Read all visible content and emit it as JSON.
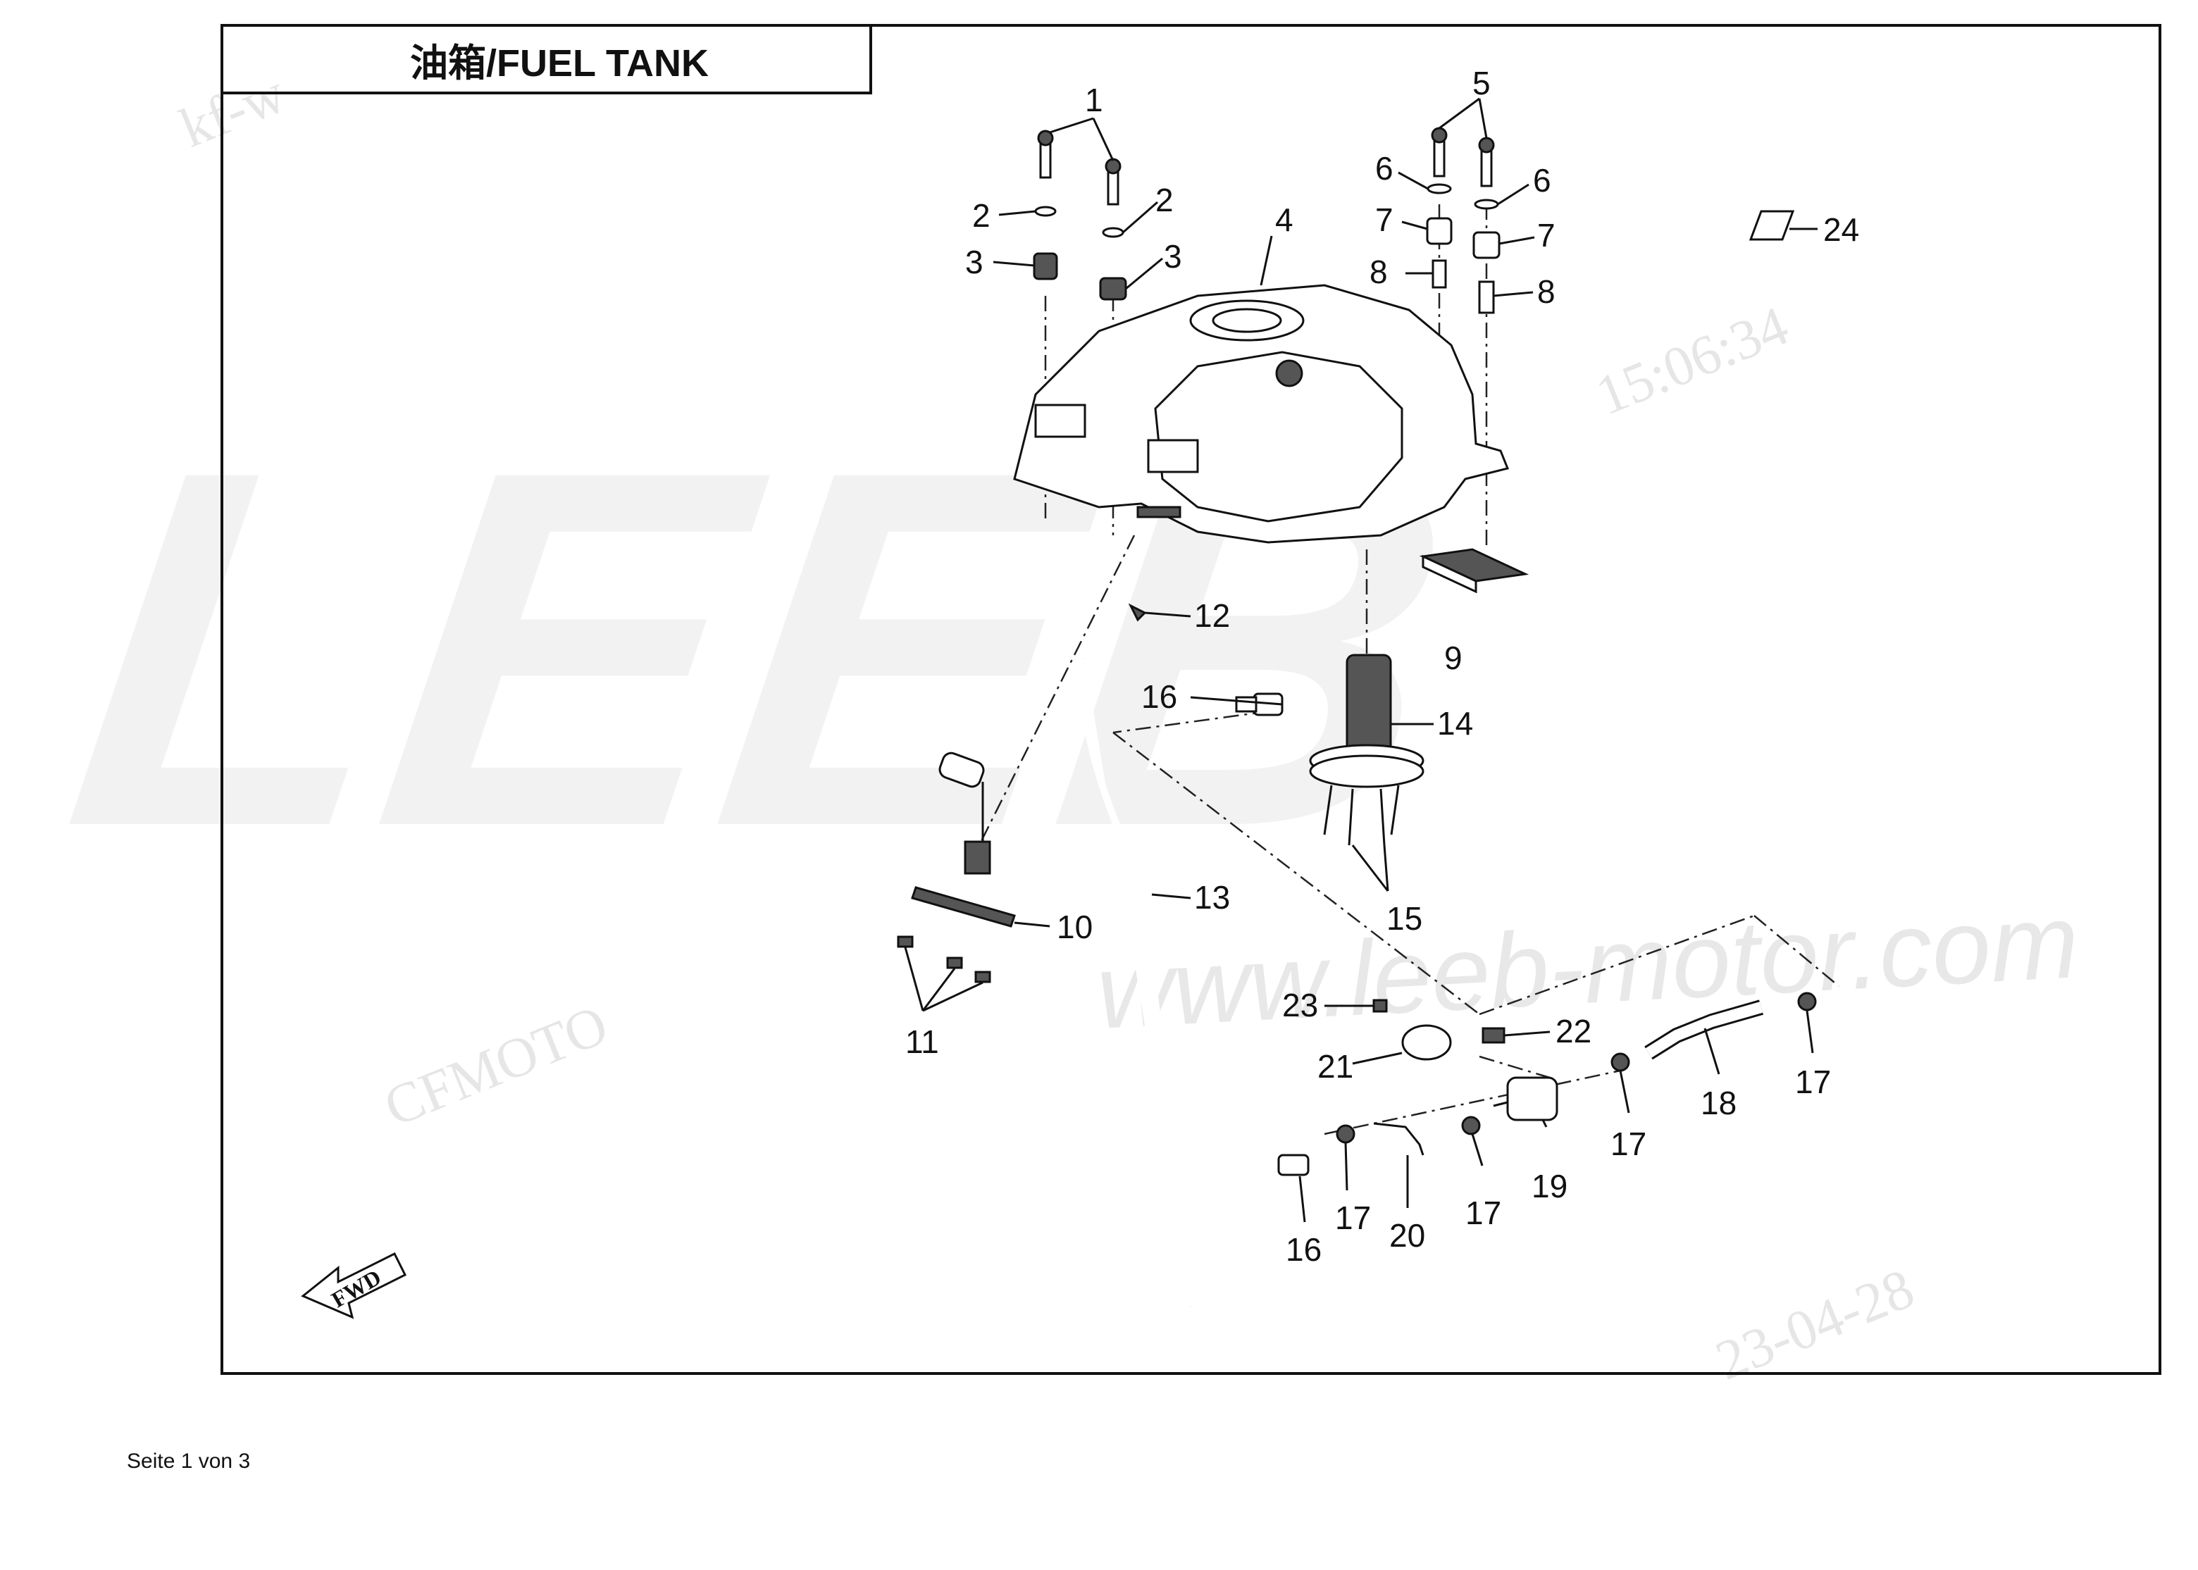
{
  "title": "油箱/FUEL TANK",
  "footer": "Seite 1 von 3",
  "watermarks": {
    "brand": "LEEB",
    "url": "www.leeb-motor.com",
    "maker": "CFMOTO",
    "code": "kf-w",
    "time": "15:06:34",
    "date": "23-04-28"
  },
  "forward_arrow": "FWD",
  "callouts": [
    {
      "id": "c1",
      "label": "1"
    },
    {
      "id": "c2a",
      "label": "2"
    },
    {
      "id": "c2b",
      "label": "2"
    },
    {
      "id": "c3a",
      "label": "3"
    },
    {
      "id": "c3b",
      "label": "3"
    },
    {
      "id": "c4",
      "label": "4"
    },
    {
      "id": "c5",
      "label": "5"
    },
    {
      "id": "c6a",
      "label": "6"
    },
    {
      "id": "c6b",
      "label": "6"
    },
    {
      "id": "c7a",
      "label": "7"
    },
    {
      "id": "c7b",
      "label": "7"
    },
    {
      "id": "c8a",
      "label": "8"
    },
    {
      "id": "c8b",
      "label": "8"
    },
    {
      "id": "c9",
      "label": "9"
    },
    {
      "id": "c10",
      "label": "10"
    },
    {
      "id": "c11",
      "label": "11"
    },
    {
      "id": "c12",
      "label": "12"
    },
    {
      "id": "c13",
      "label": "13"
    },
    {
      "id": "c14",
      "label": "14"
    },
    {
      "id": "c15",
      "label": "15"
    },
    {
      "id": "c16a",
      "label": "16"
    },
    {
      "id": "c16b",
      "label": "16"
    },
    {
      "id": "c17a",
      "label": "17"
    },
    {
      "id": "c17b",
      "label": "17"
    },
    {
      "id": "c17c",
      "label": "17"
    },
    {
      "id": "c17d",
      "label": "17"
    },
    {
      "id": "c18",
      "label": "18"
    },
    {
      "id": "c19",
      "label": "19"
    },
    {
      "id": "c20",
      "label": "20"
    },
    {
      "id": "c21",
      "label": "21"
    },
    {
      "id": "c22",
      "label": "22"
    },
    {
      "id": "c23",
      "label": "23"
    },
    {
      "id": "c24",
      "label": "24"
    }
  ]
}
